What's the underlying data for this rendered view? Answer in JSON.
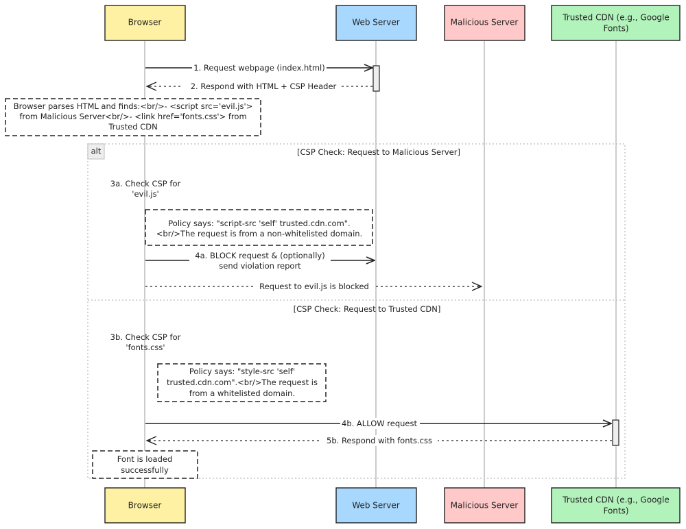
{
  "actors": {
    "browser": {
      "label": "Browser",
      "color": "#fff1a3"
    },
    "web_server": {
      "label": "Web Server",
      "color": "#a9d8ff"
    },
    "malicious_server": {
      "label": "Malicious Server",
      "color": "#ffc9c9"
    },
    "trusted_cdn": {
      "label_line1": "Trusted CDN (e.g., Google",
      "label_line2": "Fonts)",
      "color": "#b2f2bb"
    }
  },
  "messages": {
    "m1": "1. Request webpage (index.html)",
    "m2": "2. Respond with HTML + CSP Header",
    "m4a_line1": "4a. BLOCK request & (optionally)",
    "m4a_line2": "send violation report",
    "blocked": "Request to evil.js is blocked",
    "m4b": "4b. ALLOW request",
    "m5b": "5b. Respond with fonts.css"
  },
  "notes": {
    "parse_line1": "Browser parses HTML and finds:<br/>- <script src='evil.js'>",
    "parse_line2": "from Malicious Server<br/>- <link href='fonts.css'> from",
    "parse_line3": "Trusted CDN",
    "policy1_line1": "Policy says: \"script-src 'self' trusted.cdn.com\".",
    "policy1_line2": "<br/>The request is from a non-whitelisted domain.",
    "policy2_line1": "Policy says: \"style-src 'self'",
    "policy2_line2": "trusted.cdn.com\".<br/>The request is",
    "policy2_line3": "from a whitelisted domain.",
    "font_line1": "Font is loaded",
    "font_line2": "successfully"
  },
  "self_messages": {
    "check_a_line1": "3a. Check CSP for",
    "check_a_line2": "'evil.js'",
    "check_b_line1": "3b. Check CSP for",
    "check_b_line2": "'fonts.css'"
  },
  "frame": {
    "label": "alt",
    "condition1": "[CSP Check: Request to Malicious Server]",
    "condition2": "[CSP Check: Request to Trusted CDN]"
  }
}
